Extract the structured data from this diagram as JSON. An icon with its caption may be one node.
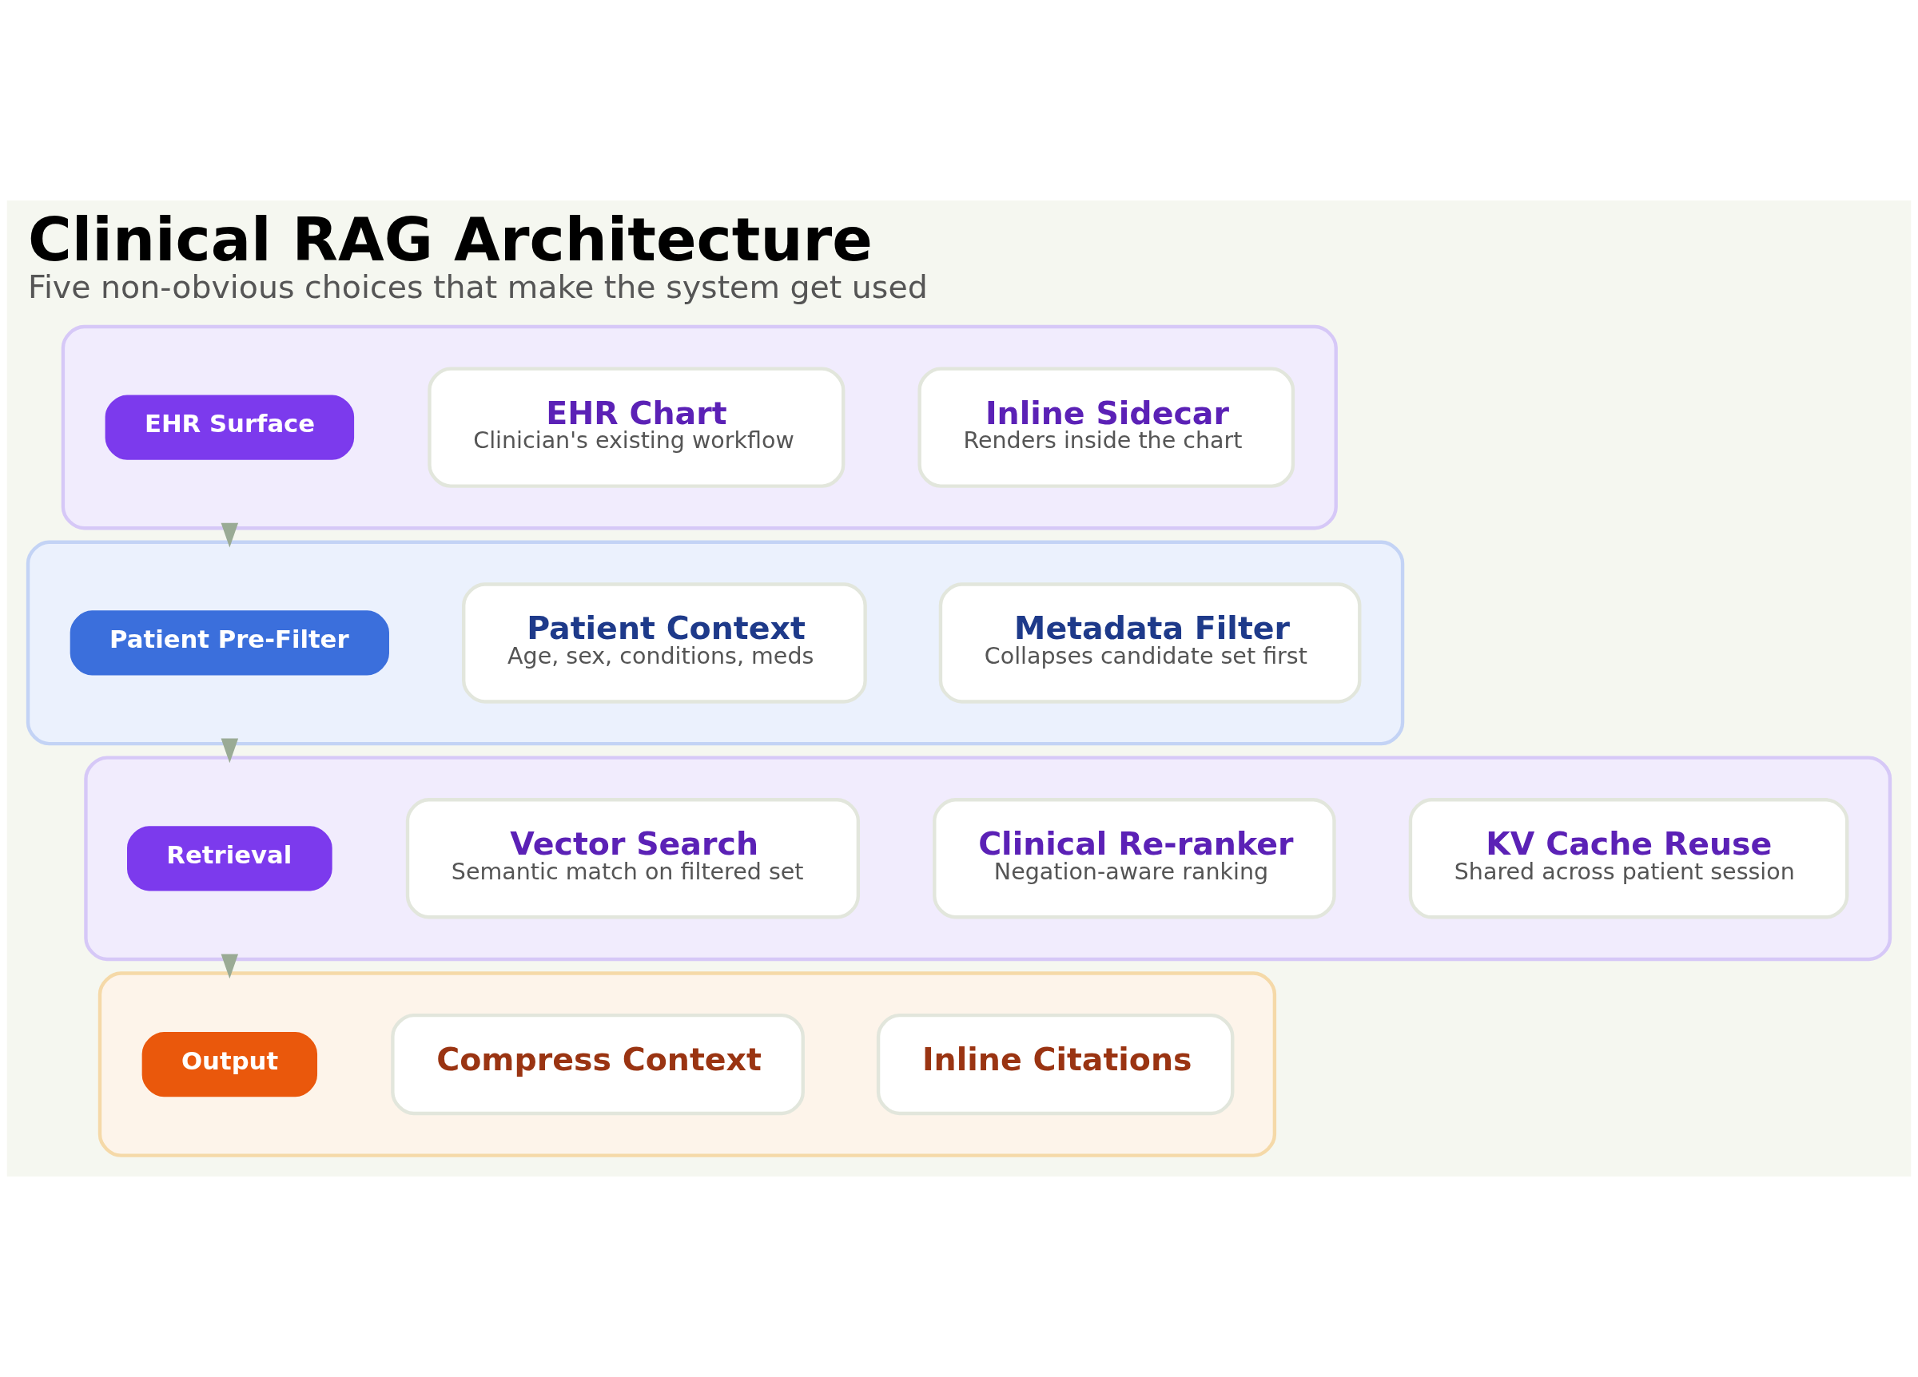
{
  "diagram": {
    "title": "Clinical RAG Architecture",
    "caption": "Five non-obvious choices that make the system get used",
    "nodes": [
      {
        "text": [],
        "shape": "box"
      },
      {
        "text": [
          "EHR Surface"
        ],
        "in": 0
      },
      {
        "text": [
          "EHR Chart",
          "Clinician's existing workflow"
        ],
        "in": 0
      },
      {
        "text": [
          "Inline Sidecar",
          "Renders inside the chart"
        ],
        "in": 0
      },
      {
        "text": [],
        "shape": "box"
      },
      {
        "text": [
          "Patient Pre-Filter"
        ],
        "in": 4
      },
      {
        "text": [
          "Patient Context",
          "Age, sex, conditions, meds"
        ],
        "in": 4
      },
      {
        "text": [
          "Metadata Filter",
          "Collapses candidate set first"
        ],
        "in": 4
      },
      {
        "text": [],
        "shape": "box"
      },
      {
        "text": [
          "Retrieval"
        ],
        "in": 8
      },
      {
        "text": [
          "Vector Search",
          "Semantic match on filtered set"
        ],
        "in": 8
      },
      {
        "text": [
          "Clinical Re-ranker",
          "Negation-aware ranking"
        ],
        "in": 8
      },
      {
        "text": [
          "KV Cache Reuse",
          "Shared across patient session"
        ],
        "in": 8
      },
      {
        "text": [],
        "shape": "box"
      },
      {
        "text": [
          "Output"
        ],
        "in": 13
      },
      {
        "text": [
          "Compress Context"
        ],
        "in": 13
      },
      {
        "text": [
          "Inline Citations"
        ],
        "in": 13
      }
    ],
    "edges": [
      {
        "from": 0,
        "to": 4,
        "arrow": "to"
      },
      {
        "from": 4,
        "to": 8,
        "arrow": "to"
      },
      {
        "from": 8,
        "to": 13,
        "arrow": "to"
      }
    ]
  }
}
